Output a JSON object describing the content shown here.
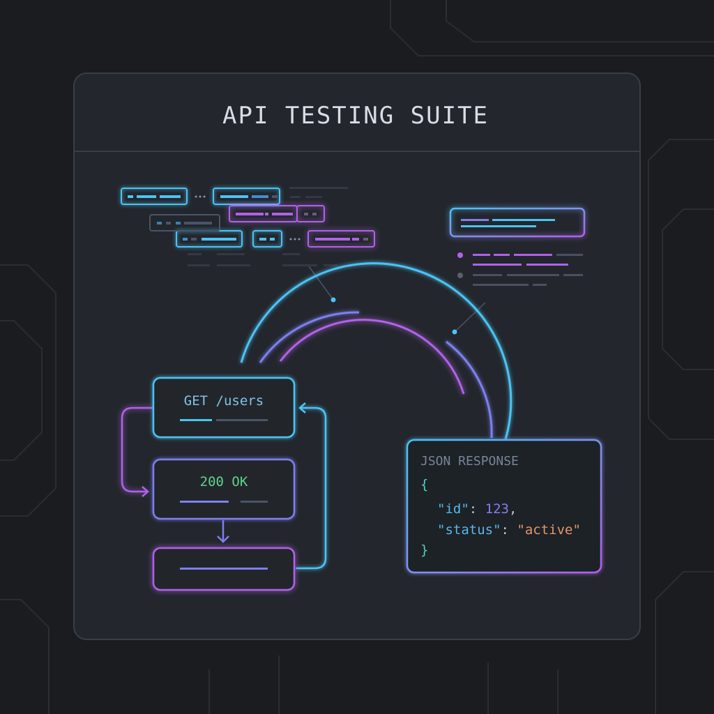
{
  "window": {
    "title": "API TESTING SUITE"
  },
  "flow": {
    "request_label": "GET /users",
    "status_label": "200 OK"
  },
  "response": {
    "title": "JSON RESPONSE",
    "open_brace": "{",
    "close_brace": "}",
    "lines": [
      {
        "key": "\"id\"",
        "sep": ": ",
        "value": "123",
        "trail": ","
      },
      {
        "key": "\"status\"",
        "sep": ": ",
        "value": "\"active\"",
        "trail": ""
      }
    ]
  },
  "colors": {
    "background": "#1a1c20",
    "panel": "#23262c",
    "cyan": "#4cc3f5",
    "purple": "#b062e8",
    "violet": "#7d80f0",
    "green": "#5fd38d",
    "orange": "#e8946a",
    "teal": "#4fd1c5"
  }
}
